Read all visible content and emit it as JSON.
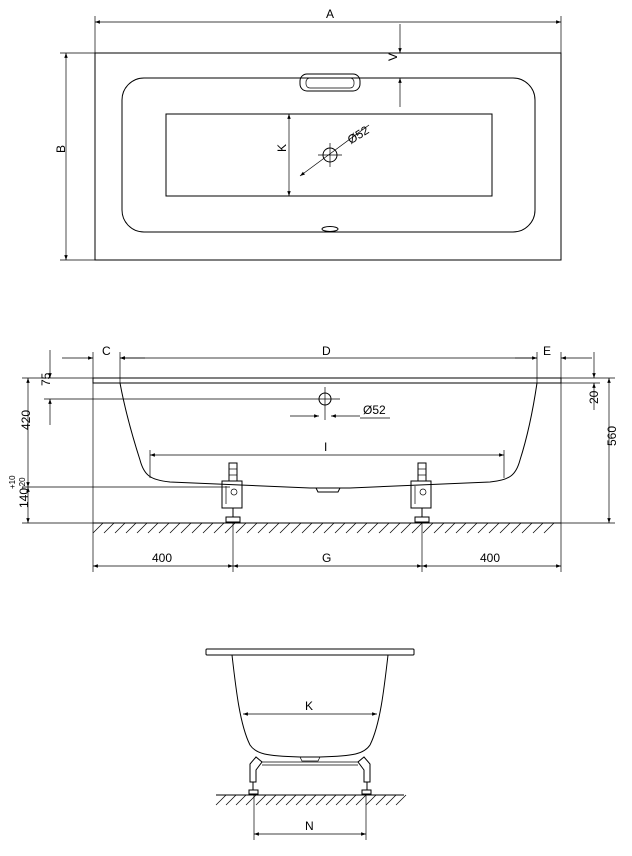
{
  "top_view": {
    "dim_a": "A",
    "dim_b": "B",
    "dim_v": "V",
    "dim_k": "K",
    "drain_dia": "Ø52"
  },
  "side_view": {
    "dim_c": "C",
    "dim_d": "D",
    "dim_e": "E",
    "dim_75": "75",
    "dim_420": "420",
    "dim_140": "140",
    "tol_plus": "+10",
    "tol_minus": "-20",
    "dim_20": "20",
    "dim_560": "560",
    "drain_dia": "Ø52",
    "dim_i": "I",
    "dim_400_left": "400",
    "dim_g": "G",
    "dim_400_right": "400"
  },
  "end_view": {
    "dim_k": "K",
    "dim_n": "N"
  }
}
